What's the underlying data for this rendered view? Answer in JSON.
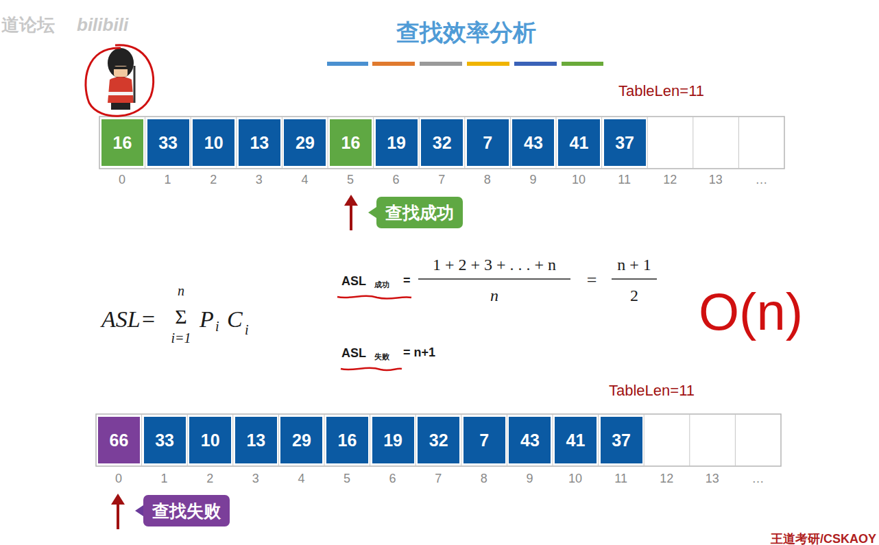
{
  "diagram": {
    "title": "查找效率分析",
    "nodes": [
      {
        "text": [
          "16"
        ]
      },
      {
        "text": [
          "33"
        ]
      },
      {
        "text": [
          "10"
        ]
      },
      {
        "text": [
          "13"
        ]
      },
      {
        "text": [
          "29"
        ]
      },
      {
        "text": [
          "16"
        ]
      },
      {
        "text": [
          "19"
        ]
      },
      {
        "text": [
          "32"
        ]
      },
      {
        "text": [
          "7"
        ]
      },
      {
        "text": [
          "43"
        ]
      },
      {
        "text": [
          "41"
        ]
      },
      {
        "text": [
          "37"
        ]
      },
      {
        "text": [
          "查找成功"
        ]
      },
      {
        "text": [
          "66"
        ]
      },
      {
        "text": [
          "33"
        ]
      },
      {
        "text": [
          "10"
        ]
      },
      {
        "text": [
          "13"
        ]
      },
      {
        "text": [
          "29"
        ]
      },
      {
        "text": [
          "16"
        ]
      },
      {
        "text": [
          "19"
        ]
      },
      {
        "text": [
          "32"
        ]
      },
      {
        "text": [
          "7"
        ]
      },
      {
        "text": [
          "43"
        ]
      },
      {
        "text": [
          "41"
        ]
      },
      {
        "text": [
          "37"
        ]
      },
      {
        "text": [
          "查找失败"
        ]
      }
    ],
    "labels": [
      "道论坛",
      "TableLen=11",
      "0",
      "1",
      "2",
      "3",
      "4",
      "5",
      "6",
      "7",
      "8",
      "9",
      "10",
      "11",
      "12",
      "13",
      "…",
      "ASL=",
      "Σ",
      "n",
      "i=1",
      "P",
      "i",
      "C",
      "i",
      "ASL",
      "成功",
      "=",
      "1 + 2 + 3 + . . . + n",
      "n",
      "=",
      "n + 1",
      "2",
      "ASL",
      "失败",
      "= n+1",
      "O(n)",
      "TableLen=11",
      "0",
      "1",
      "2",
      "3",
      "4",
      "5",
      "6",
      "7",
      "8",
      "9",
      "10",
      "11",
      "12",
      "13",
      "…",
      "王道考研/CSKAOY",
      "bilibili"
    ]
  }
}
